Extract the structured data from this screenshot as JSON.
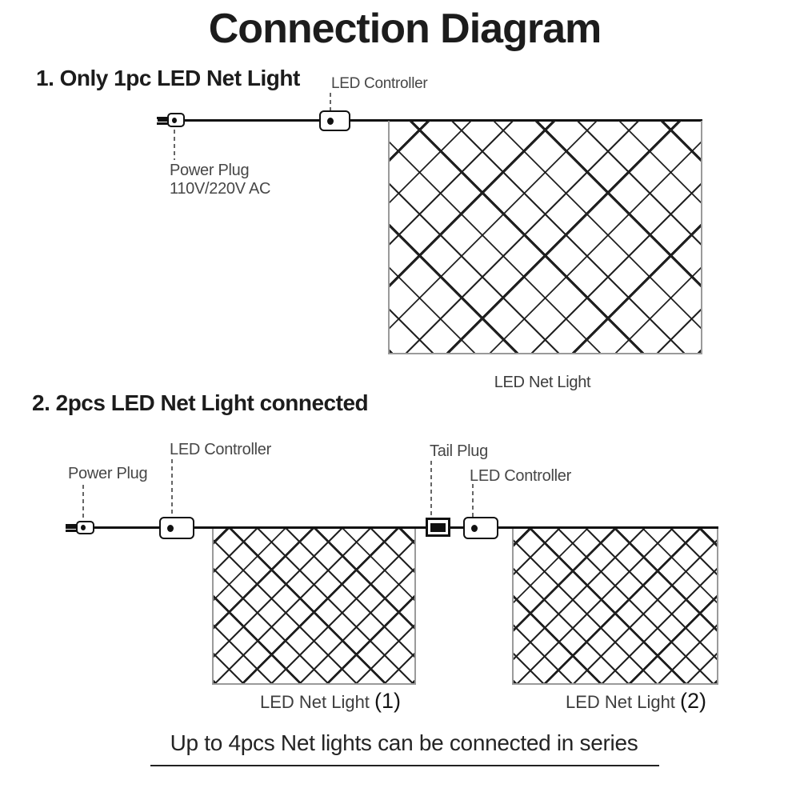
{
  "title": "Connection Diagram",
  "sections": [
    {
      "heading": "1. Only 1pc LED Net Light",
      "labels": {
        "controller": "LED Controller",
        "power_plug_line1": "Power Plug",
        "power_plug_line2": "110V/220V AC",
        "net": "LED Net Light"
      },
      "icons": [
        "power-plug-icon",
        "led-controller-icon"
      ]
    },
    {
      "heading": "2. 2pcs LED Net Light connected",
      "labels": {
        "power_plug": "Power Plug",
        "controller1": "LED Controller",
        "tail_plug": "Tail Plug",
        "controller2": "LED Controller",
        "net1_prefix": "LED Net Light ",
        "net1_num": "(1)",
        "net2_prefix": "LED Net Light ",
        "net2_num": "(2)"
      },
      "icons": [
        "power-plug-icon",
        "led-controller-icon",
        "tail-plug-icon",
        "led-controller-icon"
      ]
    }
  ],
  "footer": {
    "note": "Up to 4pcs Net lights can be connected in series"
  },
  "colors": {
    "ink": "#111111",
    "heading": "#1c1c1c",
    "label": "#474747",
    "net_line": "#222222",
    "net_border": "#9a9a9a"
  }
}
